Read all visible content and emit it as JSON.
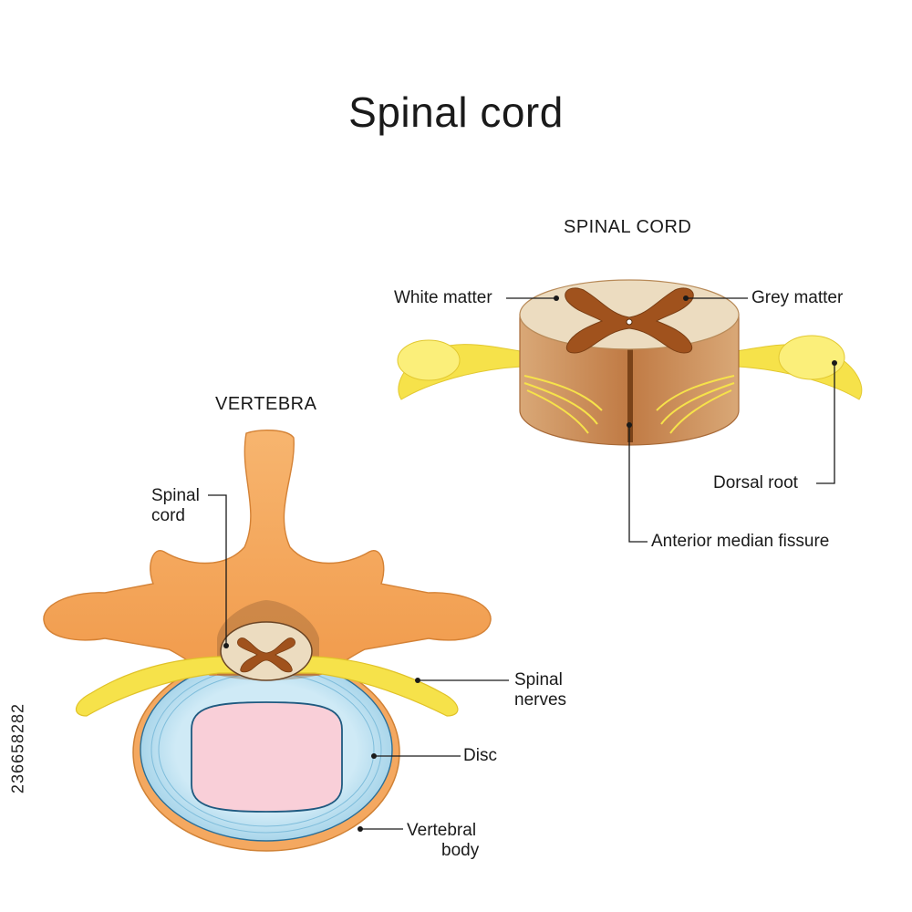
{
  "title": "Spinal cord",
  "sections": {
    "spinal_cord": "SPINAL CORD",
    "vertebra": "VERTEBRA"
  },
  "labels": {
    "white_matter": "White matter",
    "grey_matter": "Grey matter",
    "dorsal_root": "Dorsal root",
    "anterior_median_fissure": "Anterior median fissure",
    "spinal_cord_line1": "Spinal",
    "spinal_cord_line2": "cord",
    "spinal_nerves_line1": "Spinal",
    "spinal_nerves_line2": "nerves",
    "disc": "Disc",
    "vertebral_body_line1": "Vertebral",
    "vertebral_body_line2": "body"
  },
  "side_code": "236658282",
  "colors": {
    "bone": "#f4a860",
    "bone_dark": "#e08a3c",
    "grey_matter": "#a0521d",
    "white_matter": "#e9d6b8",
    "nerve": "#f6e24a",
    "disc_outer": "#a9d8ec",
    "disc_inner": "#f9cfd8"
  }
}
